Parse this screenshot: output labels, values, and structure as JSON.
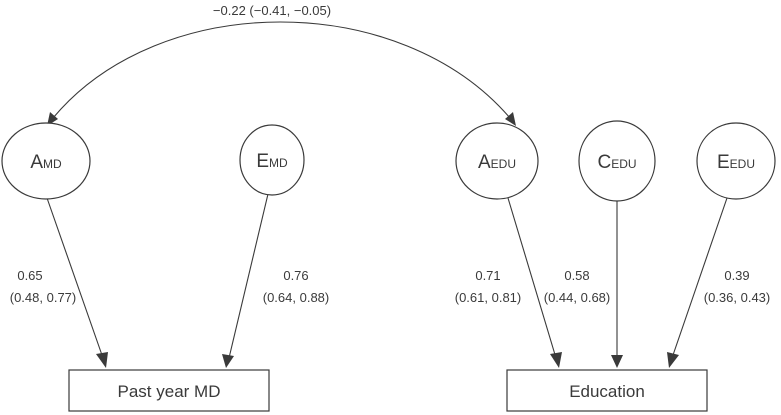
{
  "correlation": {
    "label": "−0.22 (−0.41, −0.05)"
  },
  "latents": {
    "a_md": {
      "main": "A",
      "sub": "MD"
    },
    "e_md": {
      "main": "E",
      "sub": "MD"
    },
    "a_edu": {
      "main": "A",
      "sub": "EDU"
    },
    "c_edu": {
      "main": "C",
      "sub": "EDU"
    },
    "e_edu": {
      "main": "E",
      "sub": "EDU"
    }
  },
  "observed": {
    "past_year_md": "Past year MD",
    "education": "Education"
  },
  "paths": {
    "a_md": {
      "estimate": "0.65",
      "ci": "(0.48, 0.77)"
    },
    "e_md": {
      "estimate": "0.76",
      "ci": "(0.64, 0.88)"
    },
    "a_edu": {
      "estimate": "0.71",
      "ci": "(0.61, 0.81)"
    },
    "c_edu": {
      "estimate": "0.58",
      "ci": "(0.44, 0.68)"
    },
    "e_edu": {
      "estimate": "0.39",
      "ci": "(0.36, 0.43)"
    }
  }
}
